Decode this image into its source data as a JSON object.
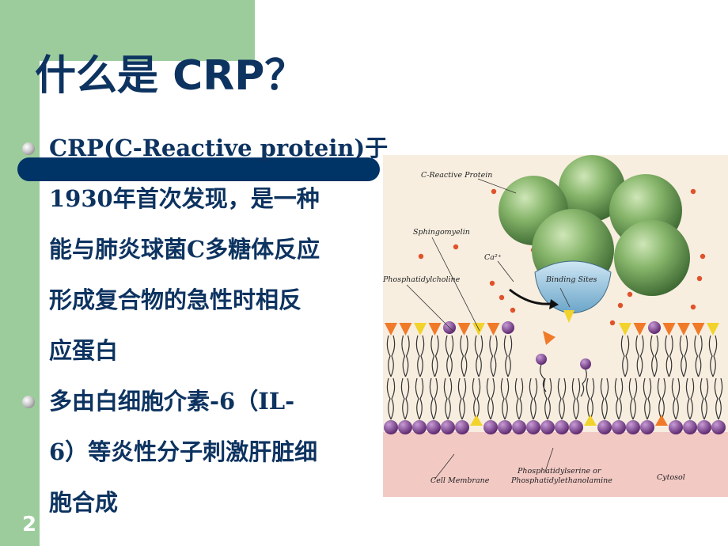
{
  "slide": {
    "title": "什么是 CRP？",
    "page_number": "2",
    "bullets": [
      {
        "lines": [
          "CRP(C-Reactive protein)于",
          "1930年首次发现，是一种",
          "能与肺炎球菌C多糖体反应",
          "形成复合物的急性时相反",
          "应蛋白"
        ]
      },
      {
        "lines": [
          "多由白细胞介素-6（IL-",
          "6）等炎性分子刺激肝脏细",
          "胞合成"
        ]
      }
    ]
  },
  "figure": {
    "labels": {
      "crp": "C-Reactive Protein",
      "sphingomyelin": "Sphingomyelin",
      "phosphatidylcholine": "Phosphatidylcholine",
      "ca": "Ca²⁺",
      "binding_sites": "Binding Sites",
      "cell_membrane": "Cell Membrane",
      "ps_line1": "Phosphatidylserine or",
      "ps_line2": "Phosphatidylethanolamine",
      "cytosol": "Cytosol"
    },
    "colors": {
      "protein": "#7fae62",
      "background": "#f7eee0",
      "cytosol": "#f3c9c4",
      "head_purple": "#7e3a8c",
      "head_orange": "#f07a28",
      "head_yellow": "#f2d32c",
      "calcium": "#e0522a"
    }
  }
}
